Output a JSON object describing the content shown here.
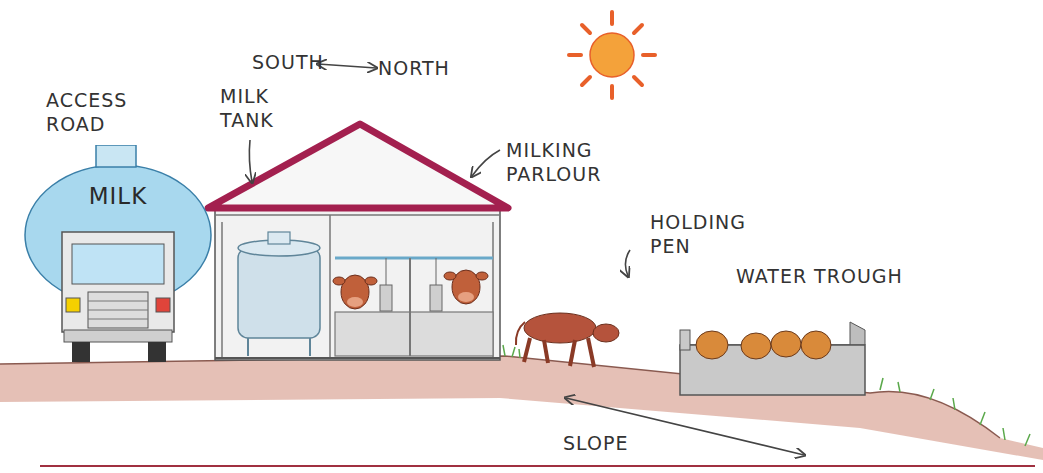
{
  "diagram": {
    "nodes": [
      {
        "text": [
          "MILK"
        ]
      }
    ],
    "labels": [
      "SOUTH",
      "NORTH",
      "ACCESS ROAD",
      "MILK TANK",
      "MILKING PARLOUR",
      "HOLDING PEN",
      "WATER TROUGH",
      "SLOPE"
    ]
  }
}
